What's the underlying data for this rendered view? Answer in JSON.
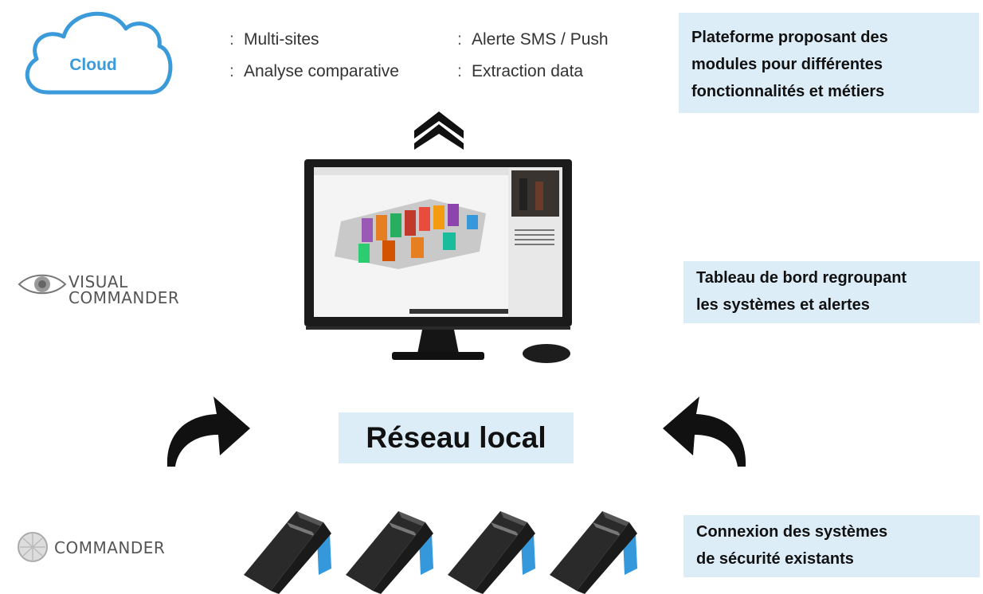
{
  "cloud": {
    "label": "Cloud"
  },
  "features": [
    {
      "bullet": ":",
      "label": "Multi-sites"
    },
    {
      "bullet": ":",
      "label": "Alerte SMS / Push"
    },
    {
      "bullet": ":",
      "label": "Analyse comparative"
    },
    {
      "bullet": ":",
      "label": "Extraction data"
    }
  ],
  "callouts": {
    "platform": [
      "Plateforme proposant des",
      "modules pour différentes",
      "fonctionnalités et métiers"
    ],
    "dashboard": [
      "Tableau de bord regroupant",
      "les systèmes et alertes"
    ],
    "connection": [
      "Connexion des systèmes",
      "de sécurité existants"
    ]
  },
  "network_label": "Réseau local",
  "logos": {
    "visual_commander": [
      "VISUAL",
      "COMMANDER"
    ],
    "commander": "COMMANDER"
  },
  "colors": {
    "cloud_blue": "#3b9ad9",
    "highlight_bg": "#dcedf8",
    "arrow": "#111111"
  },
  "icons": [
    "cloud-icon",
    "double-chevron-up-icon",
    "monitor-icon",
    "mouse-icon",
    "curved-arrow-icon",
    "eye-logo-icon",
    "globe-logo-icon",
    "controller-box-icon"
  ]
}
